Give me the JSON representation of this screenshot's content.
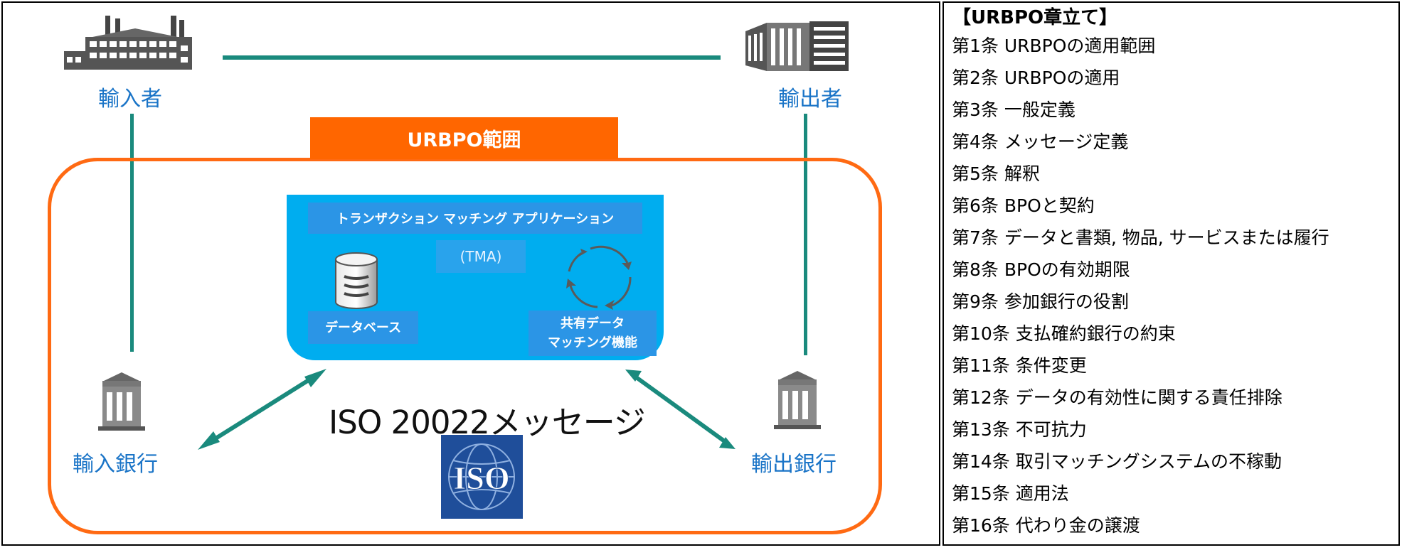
{
  "diagram": {
    "importer_label": "輸入者",
    "exporter_label": "輸出者",
    "importer_bank_label": "輸入銀行",
    "exporter_bank_label": "輸出銀行",
    "scope_label": "URBPO範囲",
    "tma": {
      "title": "トランザクション マッチング アプリケーション",
      "abbr": "(TMA)",
      "database_label": "データベース",
      "matching_label_line1": "共有データ",
      "matching_label_line2": "マッチング機能"
    },
    "iso_message": "ISO 20022メッセージ",
    "iso_logo_text": "ISO"
  },
  "toc": {
    "title": "【URBPO章立て】",
    "items": [
      "第1条 URBPOの適用範囲",
      "第2条 URBPOの適用",
      "第3条 一般定義",
      "第4条 メッセージ定義",
      "第5条 解釈",
      "第6条 BPOと契約",
      "第7条 データと書類, 物品, サービスまたは履行",
      "第8条 BPOの有効期限",
      "第9条 参加銀行の役割",
      "第10条 支払確約銀行の約束",
      "第11条 条件変更",
      "第12条 データの有効性に関する責任排除",
      "第13条 不可抗力",
      "第14条 取引マッチングシステムの不稼動",
      "第15条 適用法",
      "第16条 代わり金の譲渡"
    ]
  },
  "colors": {
    "teal_line": "#1a8a7d",
    "orange": "#ff6600",
    "tma_blue": "#00adef",
    "label_blue": "#1a74c7"
  }
}
